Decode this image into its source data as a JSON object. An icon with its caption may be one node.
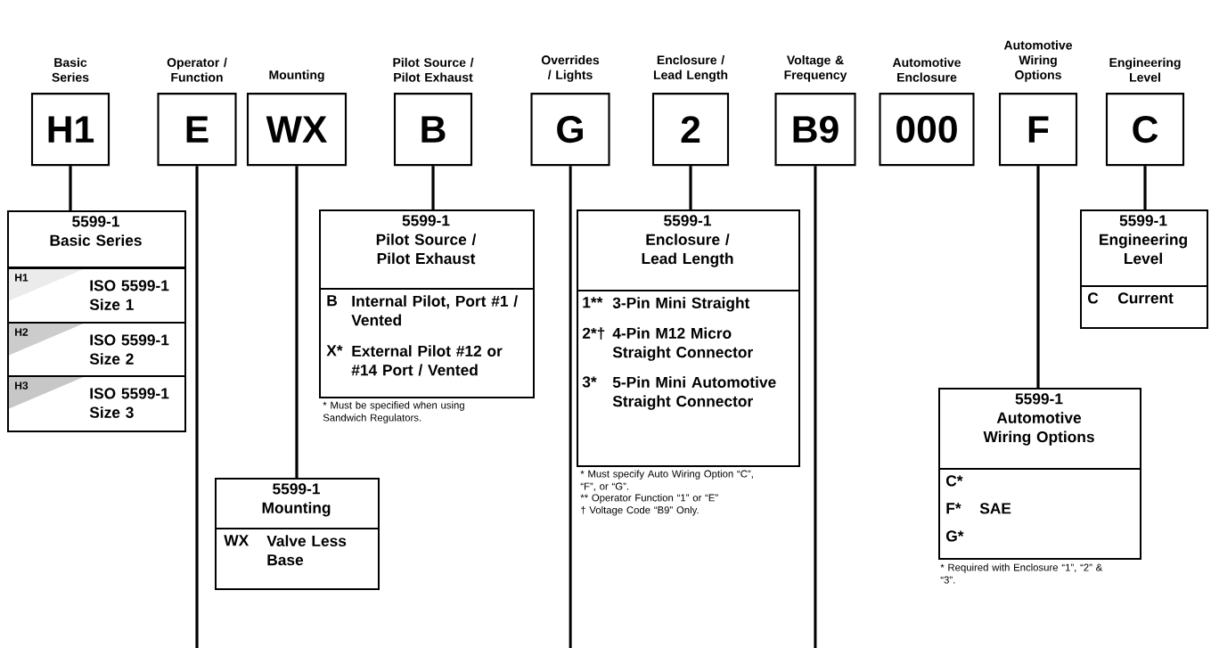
{
  "diagram": {
    "nodes": [
      {
        "text": [
          "Basic Series",
          "H1"
        ]
      },
      {
        "text": [
          "Operator / Function",
          "E"
        ]
      },
      {
        "text": [
          "Mounting",
          "WX"
        ]
      },
      {
        "text": [
          "Pilot Source / Pilot Exhaust",
          "B"
        ]
      },
      {
        "text": [
          "Overrides / Lights",
          "G"
        ]
      },
      {
        "text": [
          "Enclosure / Lead Length",
          "2"
        ]
      },
      {
        "text": [
          "Voltage & Frequency",
          "B9"
        ]
      },
      {
        "text": [
          "Automotive Enclosure",
          "000"
        ]
      },
      {
        "text": [
          "Automotive Wiring Options",
          "F"
        ]
      },
      {
        "text": [
          "Engineering Level",
          "C"
        ]
      },
      {
        "text": [
          "5599-1",
          "Basic Series"
        ]
      },
      {
        "text": [
          "H1",
          "ISO 5599-1 Size 1"
        ],
        "in": 10
      },
      {
        "text": [
          "H2",
          "ISO 5599-1 Size 2"
        ],
        "in": 10
      },
      {
        "text": [
          "H3",
          "ISO 5599-1 Size 3"
        ],
        "in": 10
      },
      {
        "text": [
          "5599-1",
          "Mounting"
        ]
      },
      {
        "text": [
          "WX",
          "Valve Less Base"
        ],
        "in": 14
      },
      {
        "text": [
          "5599-1",
          "Pilot Source / Pilot Exhaust"
        ],
        "beside": [
          "* Must be specified when using Sandwich Regulators."
        ]
      },
      {
        "text": [
          "B",
          "Internal Pilot, Port #1 / Vented"
        ],
        "in": 16
      },
      {
        "text": [
          "X*",
          "External Pilot #12 or #14 Port / Vented"
        ],
        "in": 16
      },
      {
        "text": [
          "5599-1",
          "Enclosure / Lead Length"
        ],
        "beside": [
          "* Must specify Auto Wiring Option “C”, “F”, or “G”.",
          "** Operator Function “1” or “E”",
          "† Voltage Code “B9” Only."
        ]
      },
      {
        "text": [
          "1**",
          "3-Pin Mini Straight"
        ],
        "in": 19
      },
      {
        "text": [
          "2*†",
          "4-Pin M12 Micro Straight Connector"
        ],
        "in": 19
      },
      {
        "text": [
          "3*",
          "5-Pin Mini Automotive Straight Connector"
        ],
        "in": 19
      },
      {
        "text": [
          "5599-1",
          "Engineering Level"
        ]
      },
      {
        "text": [
          "C",
          "Current"
        ],
        "in": 23
      },
      {
        "text": [
          "5599-1",
          "Automotive Wiring Options"
        ],
        "beside": [
          "* Required with Enclosure “1”, “2” & “3”."
        ]
      },
      {
        "text": [
          "C*"
        ],
        "in": 25
      },
      {
        "text": [
          "F*",
          "SAE"
        ],
        "in": 25
      },
      {
        "text": [
          "G*"
        ],
        "in": 25
      }
    ],
    "edges": [
      {
        "from": 0,
        "to": 10,
        "arrow": "none"
      },
      {
        "from": 1,
        "to": null,
        "arrow": "none"
      },
      {
        "from": 2,
        "to": 14,
        "arrow": "none"
      },
      {
        "from": 3,
        "to": 16,
        "arrow": "none"
      },
      {
        "from": 4,
        "to": null,
        "arrow": "none"
      },
      {
        "from": 5,
        "to": 19,
        "arrow": "none"
      },
      {
        "from": 6,
        "to": null,
        "arrow": "none"
      },
      {
        "from": 8,
        "to": 25,
        "arrow": "none"
      },
      {
        "from": 9,
        "to": 23,
        "arrow": "none"
      }
    ]
  }
}
